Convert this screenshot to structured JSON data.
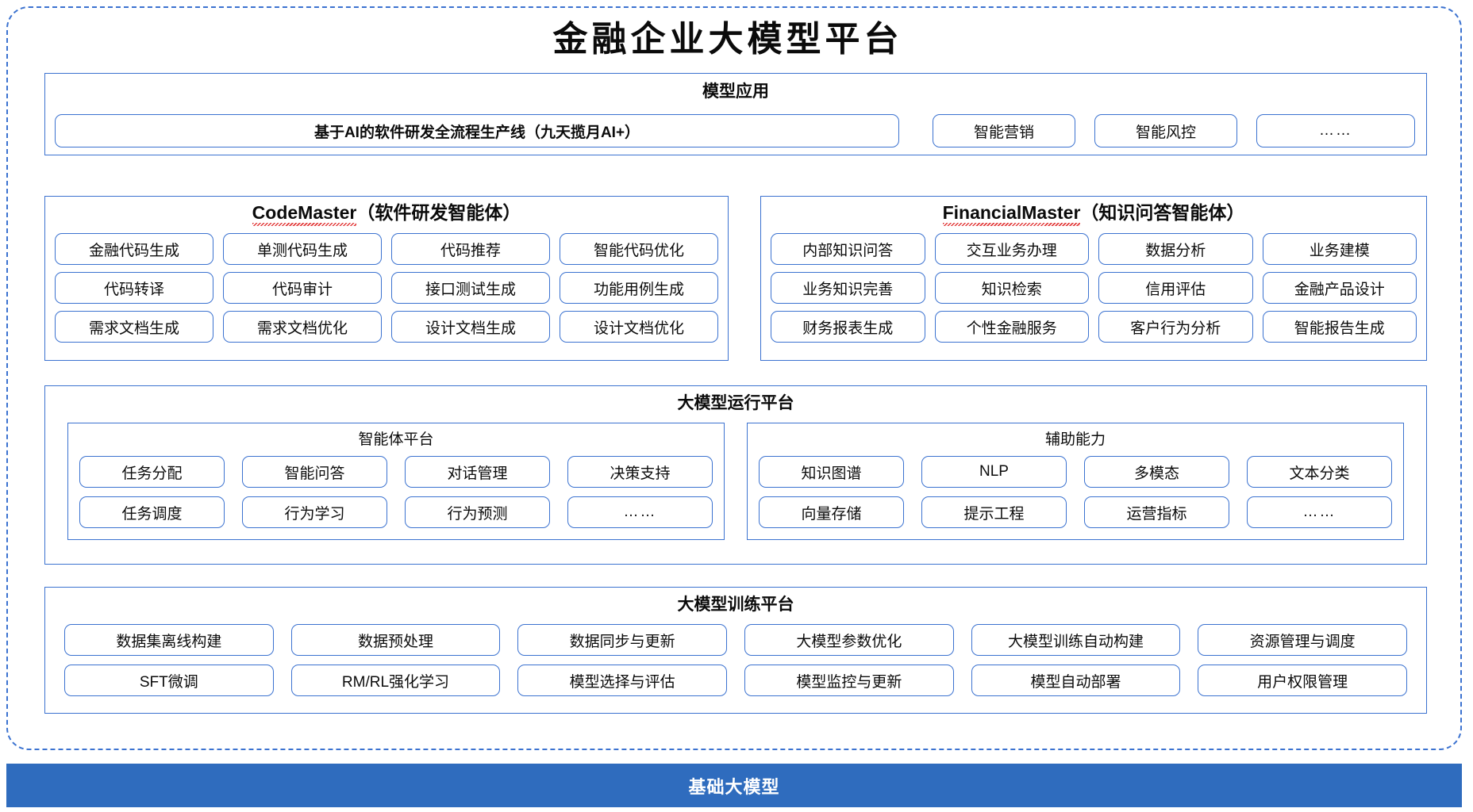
{
  "title": "金融企业大模型平台",
  "colors": {
    "accent_blue": "#3b72d0",
    "foundation_bar": "#2f6cbe",
    "spellcheck_red": "#e03030",
    "text": "#0b0b0b"
  },
  "application_layer": {
    "title": "模型应用",
    "items": [
      "基于AI的软件研发全流程生产线（九天揽月AI+）",
      "智能营销",
      "智能风控",
      "……"
    ]
  },
  "agents": [
    {
      "name_en": "CodeMaster",
      "name_cn": "（软件研发智能体）",
      "spellcheck_underline": true,
      "items": [
        "金融代码生成",
        "单测代码生成",
        "代码推荐",
        "智能代码优化",
        "代码转译",
        "代码审计",
        "接口测试生成",
        "功能用例生成",
        "需求文档生成",
        "需求文档优化",
        "设计文档生成",
        "设计文档优化"
      ]
    },
    {
      "name_en": "FinancialMaster",
      "name_cn": "（知识问答智能体）",
      "spellcheck_underline": true,
      "items": [
        "内部知识问答",
        "交互业务办理",
        "数据分析",
        "业务建模",
        "业务知识完善",
        "知识检索",
        "信用评估",
        "金融产品设计",
        "财务报表生成",
        "个性金融服务",
        "客户行为分析",
        "智能报告生成"
      ]
    }
  ],
  "runtime_layer": {
    "title": "大模型运行平台",
    "panels": [
      {
        "title": "智能体平台",
        "items": [
          "任务分配",
          "智能问答",
          "对话管理",
          "决策支持",
          "任务调度",
          "行为学习",
          "行为预测",
          "……"
        ]
      },
      {
        "title": "辅助能力",
        "items": [
          "知识图谱",
          "NLP",
          "多模态",
          "文本分类",
          "向量存储",
          "提示工程",
          "运营指标",
          "……"
        ]
      }
    ]
  },
  "training_layer": {
    "title": "大模型训练平台",
    "items": [
      "数据集离线构建",
      "数据预处理",
      "数据同步与更新",
      "大模型参数优化",
      "大模型训练自动构建",
      "资源管理与调度",
      "SFT微调",
      "RM/RL强化学习",
      "模型选择与评估",
      "模型监控与更新",
      "模型自动部署",
      "用户权限管理"
    ]
  },
  "foundation": {
    "label": "基础大模型"
  }
}
